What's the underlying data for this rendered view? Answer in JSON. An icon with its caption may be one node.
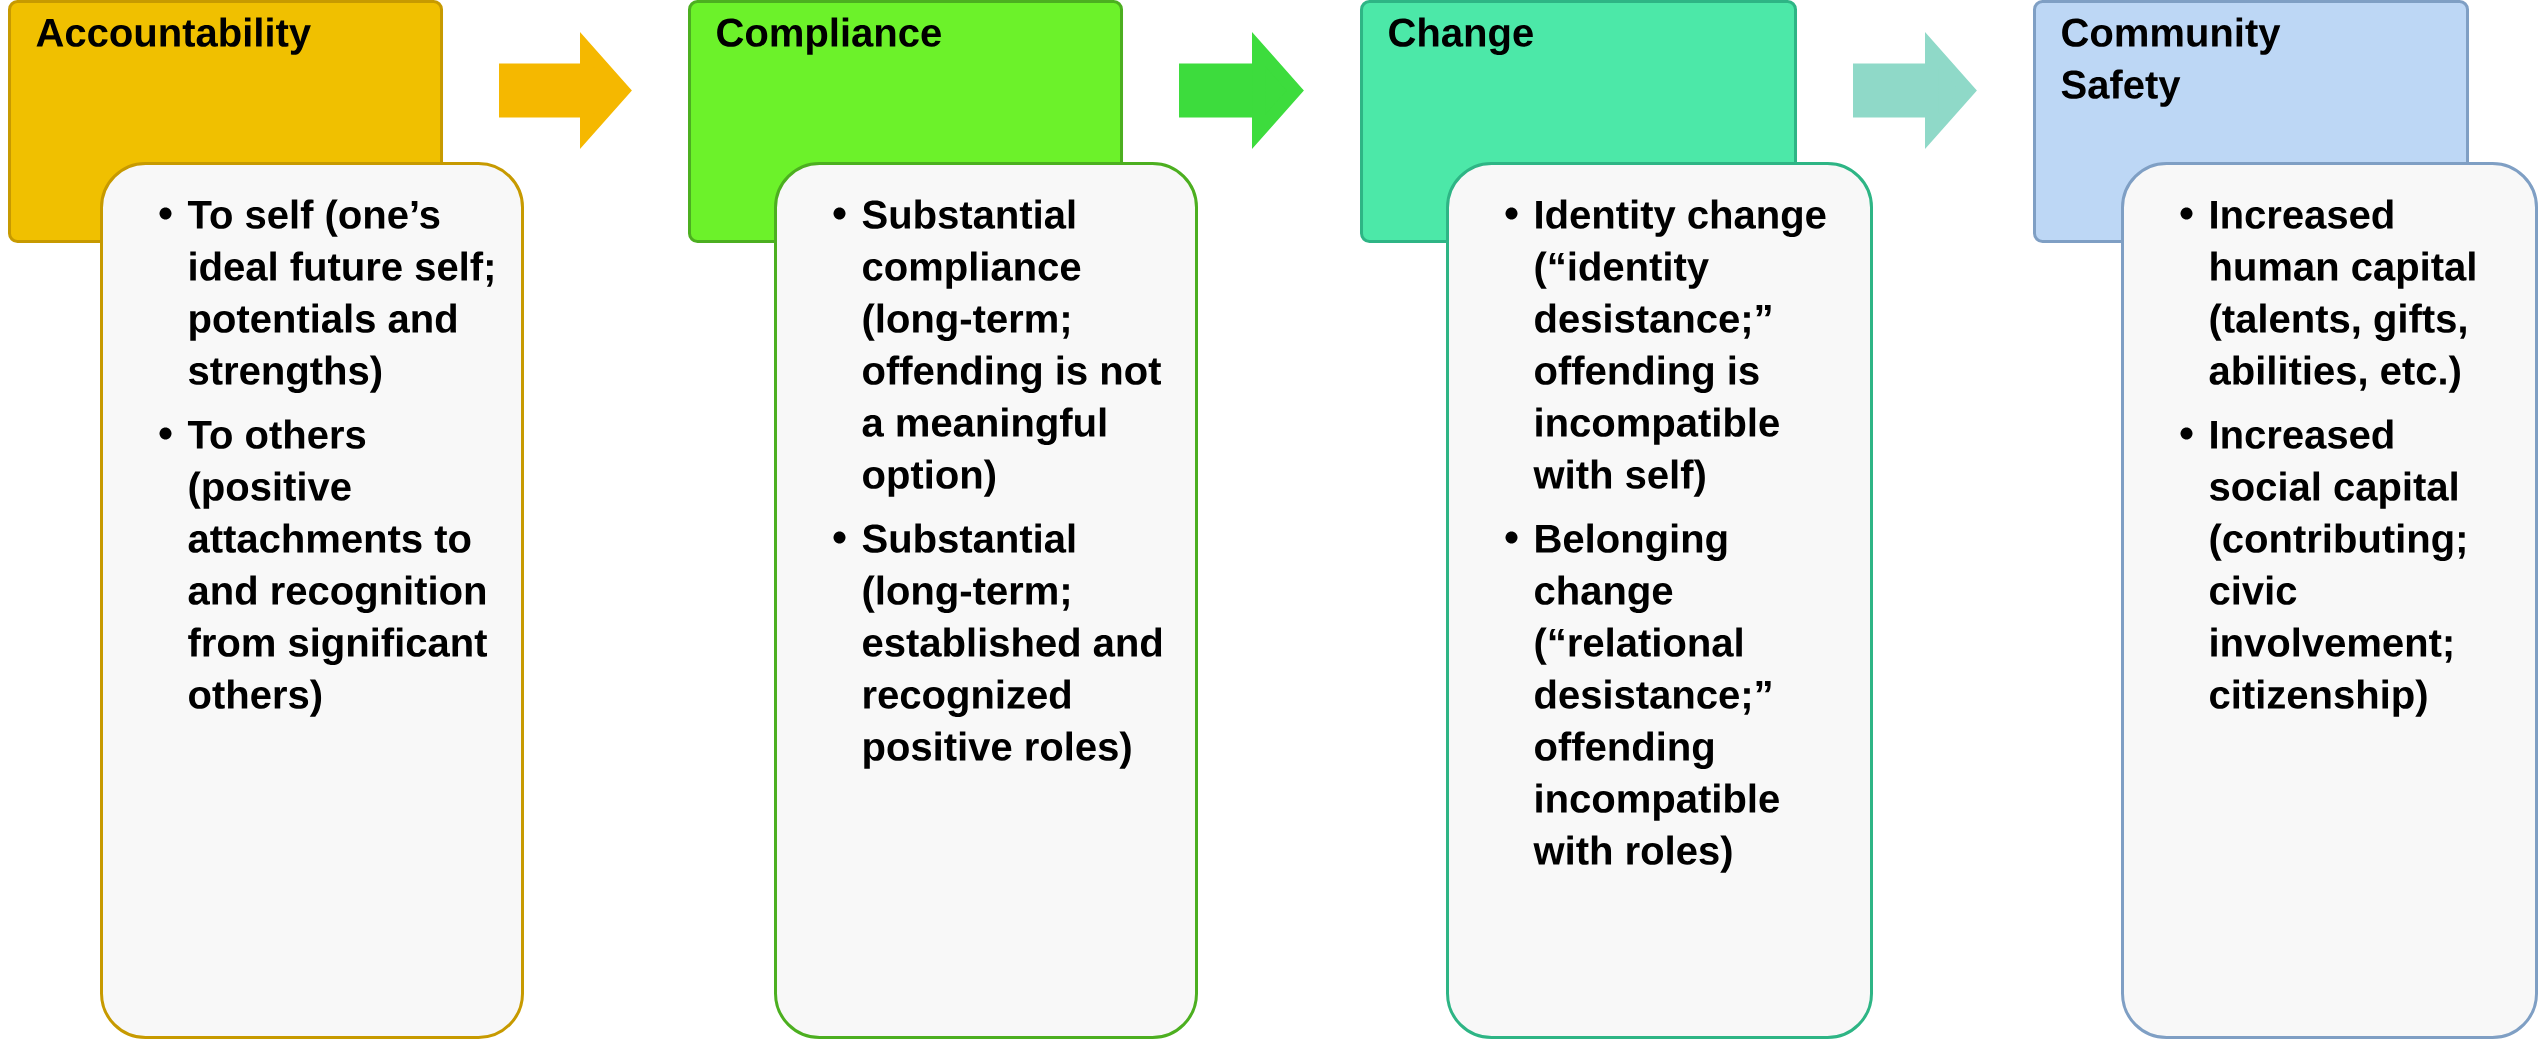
{
  "diagram": {
    "nodes": [
      {
        "text": [
          "Accountability"
        ]
      },
      {
        "text": [
          "To self (one’s ideal future self; potentials and strengths)",
          "To others (positive attachments to and recognition from significant others)"
        ]
      },
      {
        "text": [
          "Compliance"
        ]
      },
      {
        "text": [
          "Substantial compliance (long-term; offending is not a meaningful option)",
          "Substantial (long-term; established and recognized positive roles)"
        ]
      },
      {
        "text": [
          "Change"
        ]
      },
      {
        "text": [
          "Identity change (“identity desistance;” offending is incompatible with self)",
          "Belonging change (“relational desistance;” offending incompatible with roles)"
        ]
      },
      {
        "text": [
          "Community Safety"
        ]
      },
      {
        "text": [
          "Increased human capital (talents, gifts, abilities, etc.)",
          "Increased social capital (contributing; civic involvement; citizenship)"
        ]
      }
    ],
    "edges": [
      {
        "from": 0,
        "to": 2,
        "arrow": "to",
        "color": "#f5b800"
      },
      {
        "from": 2,
        "to": 4,
        "arrow": "to",
        "color": "#3ddc3d"
      },
      {
        "from": 4,
        "to": 6,
        "arrow": "to",
        "color": "#8fd9c8"
      }
    ]
  }
}
